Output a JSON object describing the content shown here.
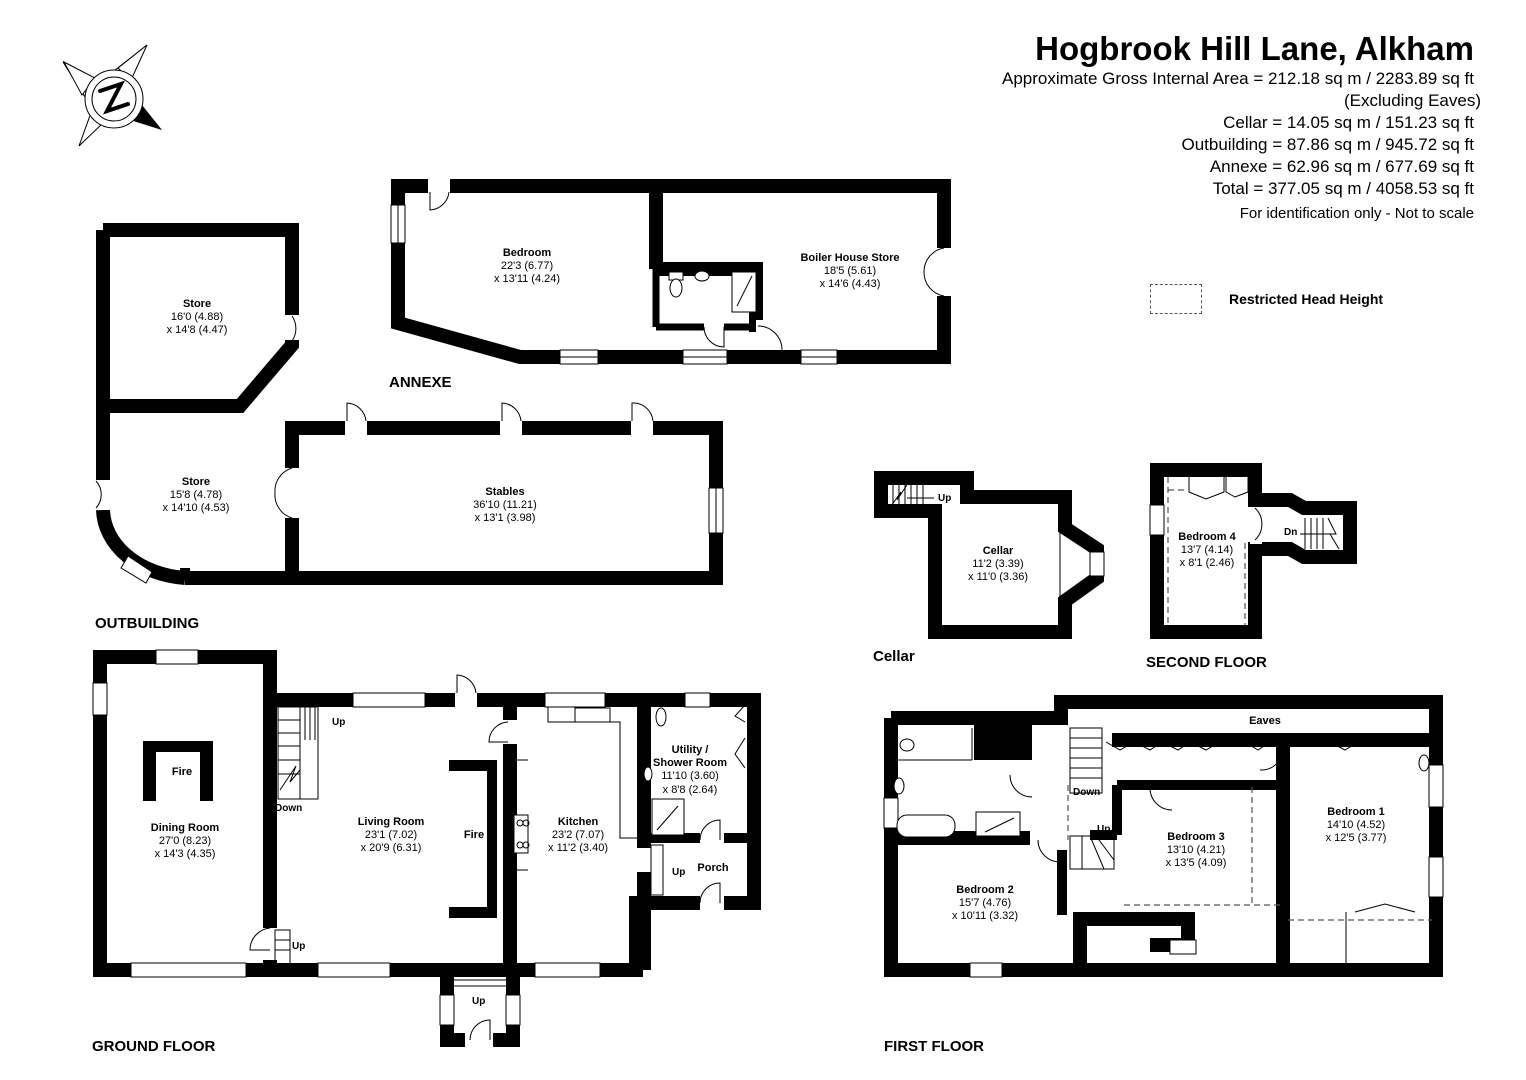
{
  "header": {
    "title": "Hogbrook Hill Lane, Alkham",
    "gross_area": "Approximate Gross Internal Area = 212.18 sq m / 2283.89 sq ft",
    "excluding": "(Excluding Eaves)",
    "cellar_area": "Cellar = 14.05 sq m / 151.23 sq ft",
    "outbuilding_area": "Outbuilding = 87.86 sq m / 945.72 sq ft",
    "annexe_area": "Annexe = 62.96 sq m / 677.69 sq ft",
    "total_area": "Total = 377.05 sq m / 4058.53 sq ft",
    "disclaimer": "For identification only - Not to scale"
  },
  "legend": {
    "restricted_head_height": "Restricted Head Height",
    "icon": "dashed-rectangle"
  },
  "compass": {
    "icon": "north-compass-icon",
    "letter": "N"
  },
  "floors": {
    "annexe": {
      "title": "ANNEXE",
      "rooms": [
        {
          "name": "Bedroom",
          "dim1": "22'3 (6.77)",
          "dim2": "x 13'11 (4.24)"
        },
        {
          "name": "Boiler House Store",
          "dim1": "18'5 (5.61)",
          "dim2": "x 14'6 (4.43)"
        }
      ]
    },
    "outbuilding": {
      "title": "OUTBUILDING",
      "rooms": [
        {
          "name": "Store",
          "dim1": "16'0 (4.88)",
          "dim2": "x 14'8 (4.47)"
        },
        {
          "name": "Store",
          "dim1": "15'8 (4.78)",
          "dim2": "x 14'10 (4.53)"
        },
        {
          "name": "Stables",
          "dim1": "36'10 (11.21)",
          "dim2": "x 13'1 (3.98)"
        }
      ]
    },
    "cellar": {
      "title": "Cellar",
      "rooms": [
        {
          "name": "Cellar",
          "dim1": "11'2 (3.39)",
          "dim2": "x 11'0 (3.36)"
        }
      ],
      "labels": {
        "up": "Up"
      }
    },
    "second": {
      "title": "SECOND FLOOR",
      "rooms": [
        {
          "name": "Bedroom 4",
          "dim1": "13'7 (4.14)",
          "dim2": "x 8'1 (2.46)"
        }
      ],
      "labels": {
        "dn": "Dn"
      }
    },
    "ground": {
      "title": "GROUND FLOOR",
      "rooms": [
        {
          "name": "Dining Room",
          "dim1": "27'0 (8.23)",
          "dim2": "x 14'3 (4.35)"
        },
        {
          "name": "Living Room",
          "dim1": "23'1 (7.02)",
          "dim2": "x 20'9 (6.31)"
        },
        {
          "name": "Kitchen",
          "dim1": "23'2 (7.07)",
          "dim2": "x 11'2 (3.40)"
        },
        {
          "name": "Utility / Shower Room",
          "name1": "Utility /",
          "name2": "Shower Room",
          "dim1": "11'10 (3.60)",
          "dim2": "x 8'8 (2.64)"
        },
        {
          "name": "Porch"
        }
      ],
      "labels": {
        "fire1": "Fire",
        "fire2": "Fire",
        "up1": "Up",
        "down": "Down",
        "up2": "Up",
        "up3": "Up",
        "up4": "Up"
      }
    },
    "first": {
      "title": "FIRST FLOOR",
      "rooms": [
        {
          "name": "Bedroom 1",
          "dim1": "14'10 (4.52)",
          "dim2": "x 12'5 (3.77)"
        },
        {
          "name": "Bedroom 2",
          "dim1": "15'7 (4.76)",
          "dim2": "x 10'11 (3.32)"
        },
        {
          "name": "Bedroom 3",
          "dim1": "13'10 (4.21)",
          "dim2": "x 13'5 (4.09)"
        }
      ],
      "labels": {
        "eaves": "Eaves",
        "down": "Down",
        "up": "Up"
      }
    }
  }
}
